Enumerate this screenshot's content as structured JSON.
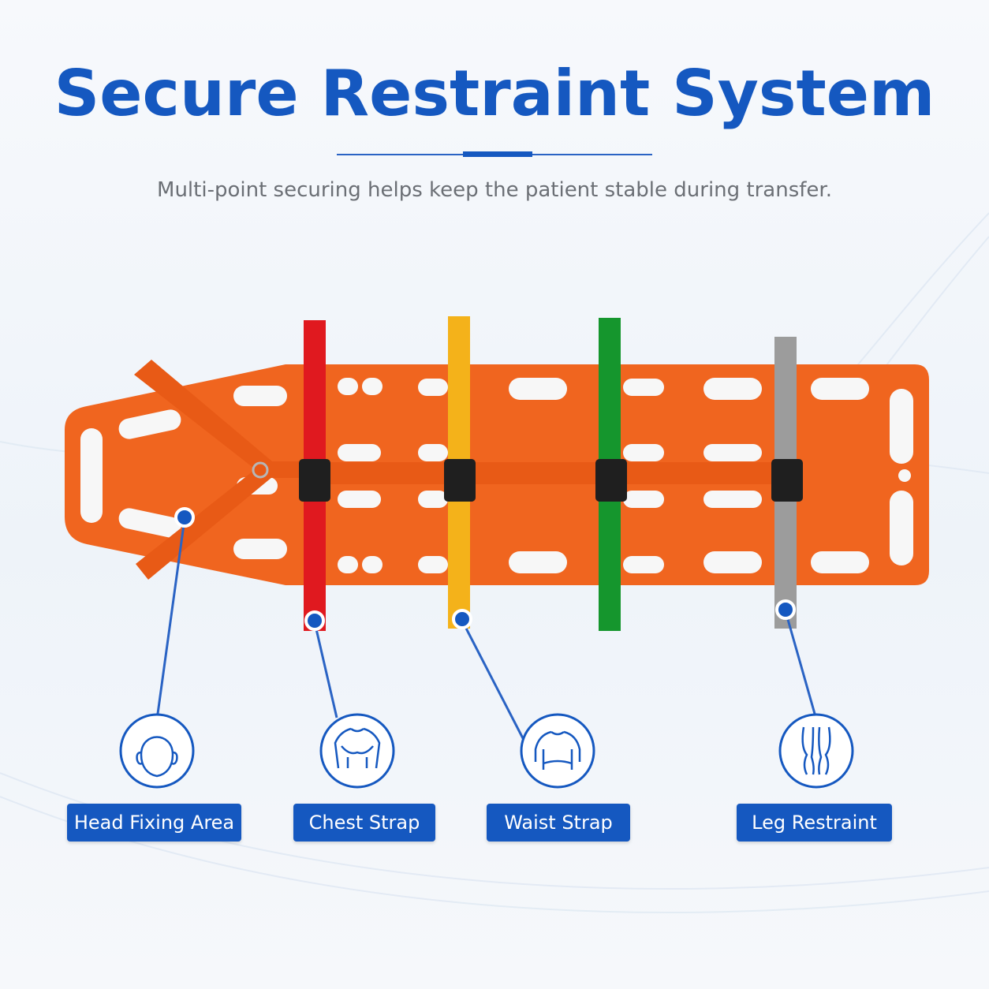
{
  "title": "Secure Restraint System",
  "subtitle": "Multi-point securing helps keep the patient stable during transfer.",
  "colors": {
    "brand_blue": "#1558c0",
    "board_orange": "#f0651f",
    "strap_red": "#e0191f",
    "strap_yellow": "#f4b21a",
    "strap_green": "#15962d",
    "strap_gray": "#9c9c9c"
  },
  "features": [
    {
      "label": "Head Fixing Area",
      "icon": "head-icon"
    },
    {
      "label": "Chest Strap",
      "icon": "chest-icon"
    },
    {
      "label": "Waist Strap",
      "icon": "waist-icon"
    },
    {
      "label": "Leg Restraint",
      "icon": "legs-icon"
    }
  ]
}
